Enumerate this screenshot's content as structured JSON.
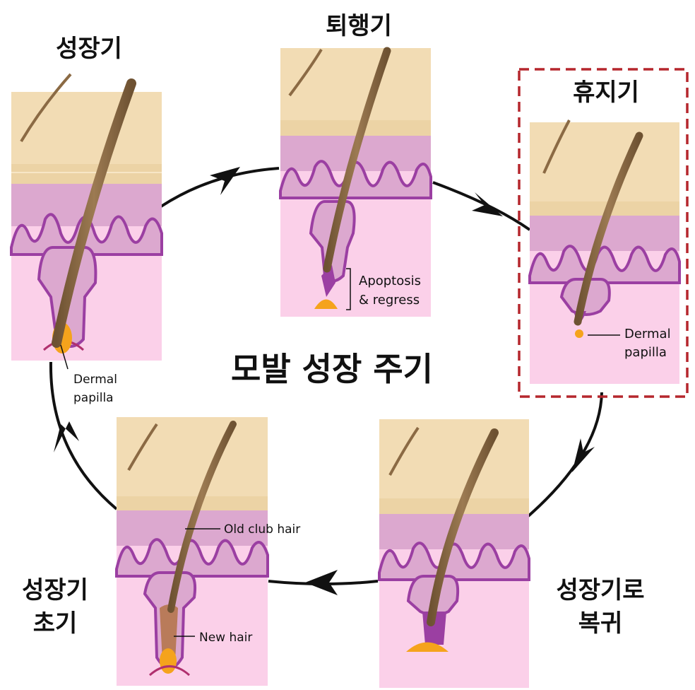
{
  "center_title": "모발 성장 주기",
  "stages": {
    "anagen": {
      "title": "성장기",
      "annotation": [
        "Dermal",
        "papilla"
      ]
    },
    "catagen": {
      "title": "퇴행기",
      "annotation": [
        "Apoptosis",
        "& regress"
      ]
    },
    "telogen": {
      "title": "휴지기",
      "annotation": [
        "Dermal",
        "papilla"
      ]
    },
    "return_anagen": {
      "title": [
        "성장기로",
        "복귀"
      ]
    },
    "early_anagen": {
      "title": [
        "성장기",
        "초기"
      ],
      "annotation_old": "Old club hair",
      "annotation_new": "New hair"
    }
  },
  "colors": {
    "skin_top": "#f2dcb4",
    "skin_band": "#ecd3a5",
    "dermis": "#dca8cf",
    "dermis_lower": "#fbd0e9",
    "epidermis_wave": "#9b3fa2",
    "hair": "#8b6a44",
    "papilla": "#f5a31c",
    "highlight_box": "#b5272d"
  }
}
